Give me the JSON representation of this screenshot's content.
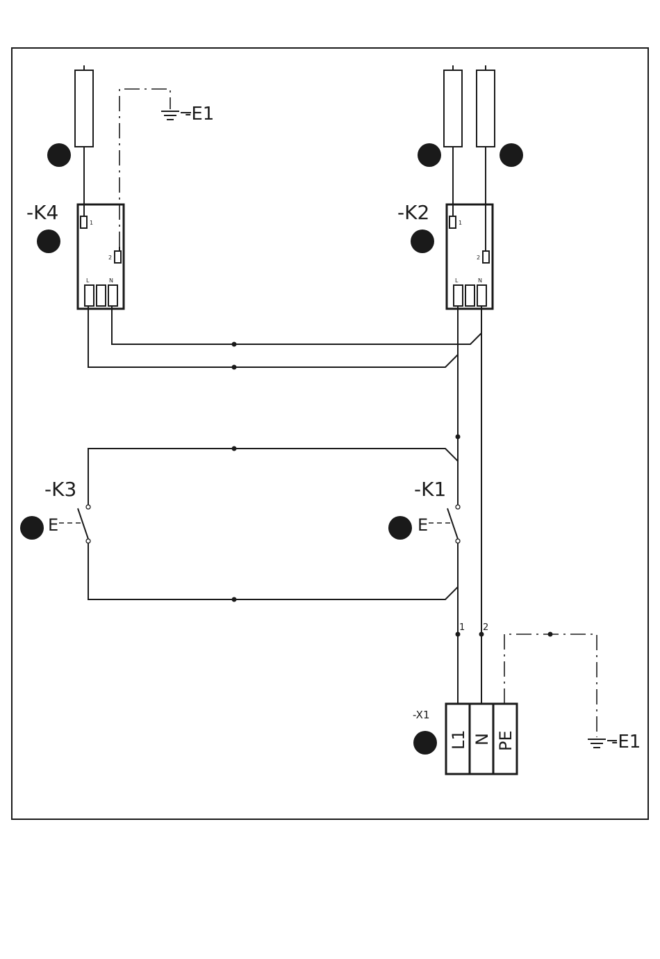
{
  "labels": {
    "k4": "-K4",
    "k2": "-K2",
    "k3": "-K3",
    "k1": "-K1",
    "x1": "-X1",
    "e1_top": "-E1",
    "e1_right": "-E1",
    "e_k3": "E",
    "e_k1": "E",
    "pin1": "1",
    "pin2": "2",
    "pin_l": "L",
    "pin_n": "N",
    "wire1": "1",
    "wire2": "2",
    "term_l1": "L1",
    "term_n": "N",
    "term_pe": "PE"
  },
  "colors": {
    "line": "#1a1a1a",
    "marker": "#1a1a1a",
    "background": "#ffffff"
  }
}
